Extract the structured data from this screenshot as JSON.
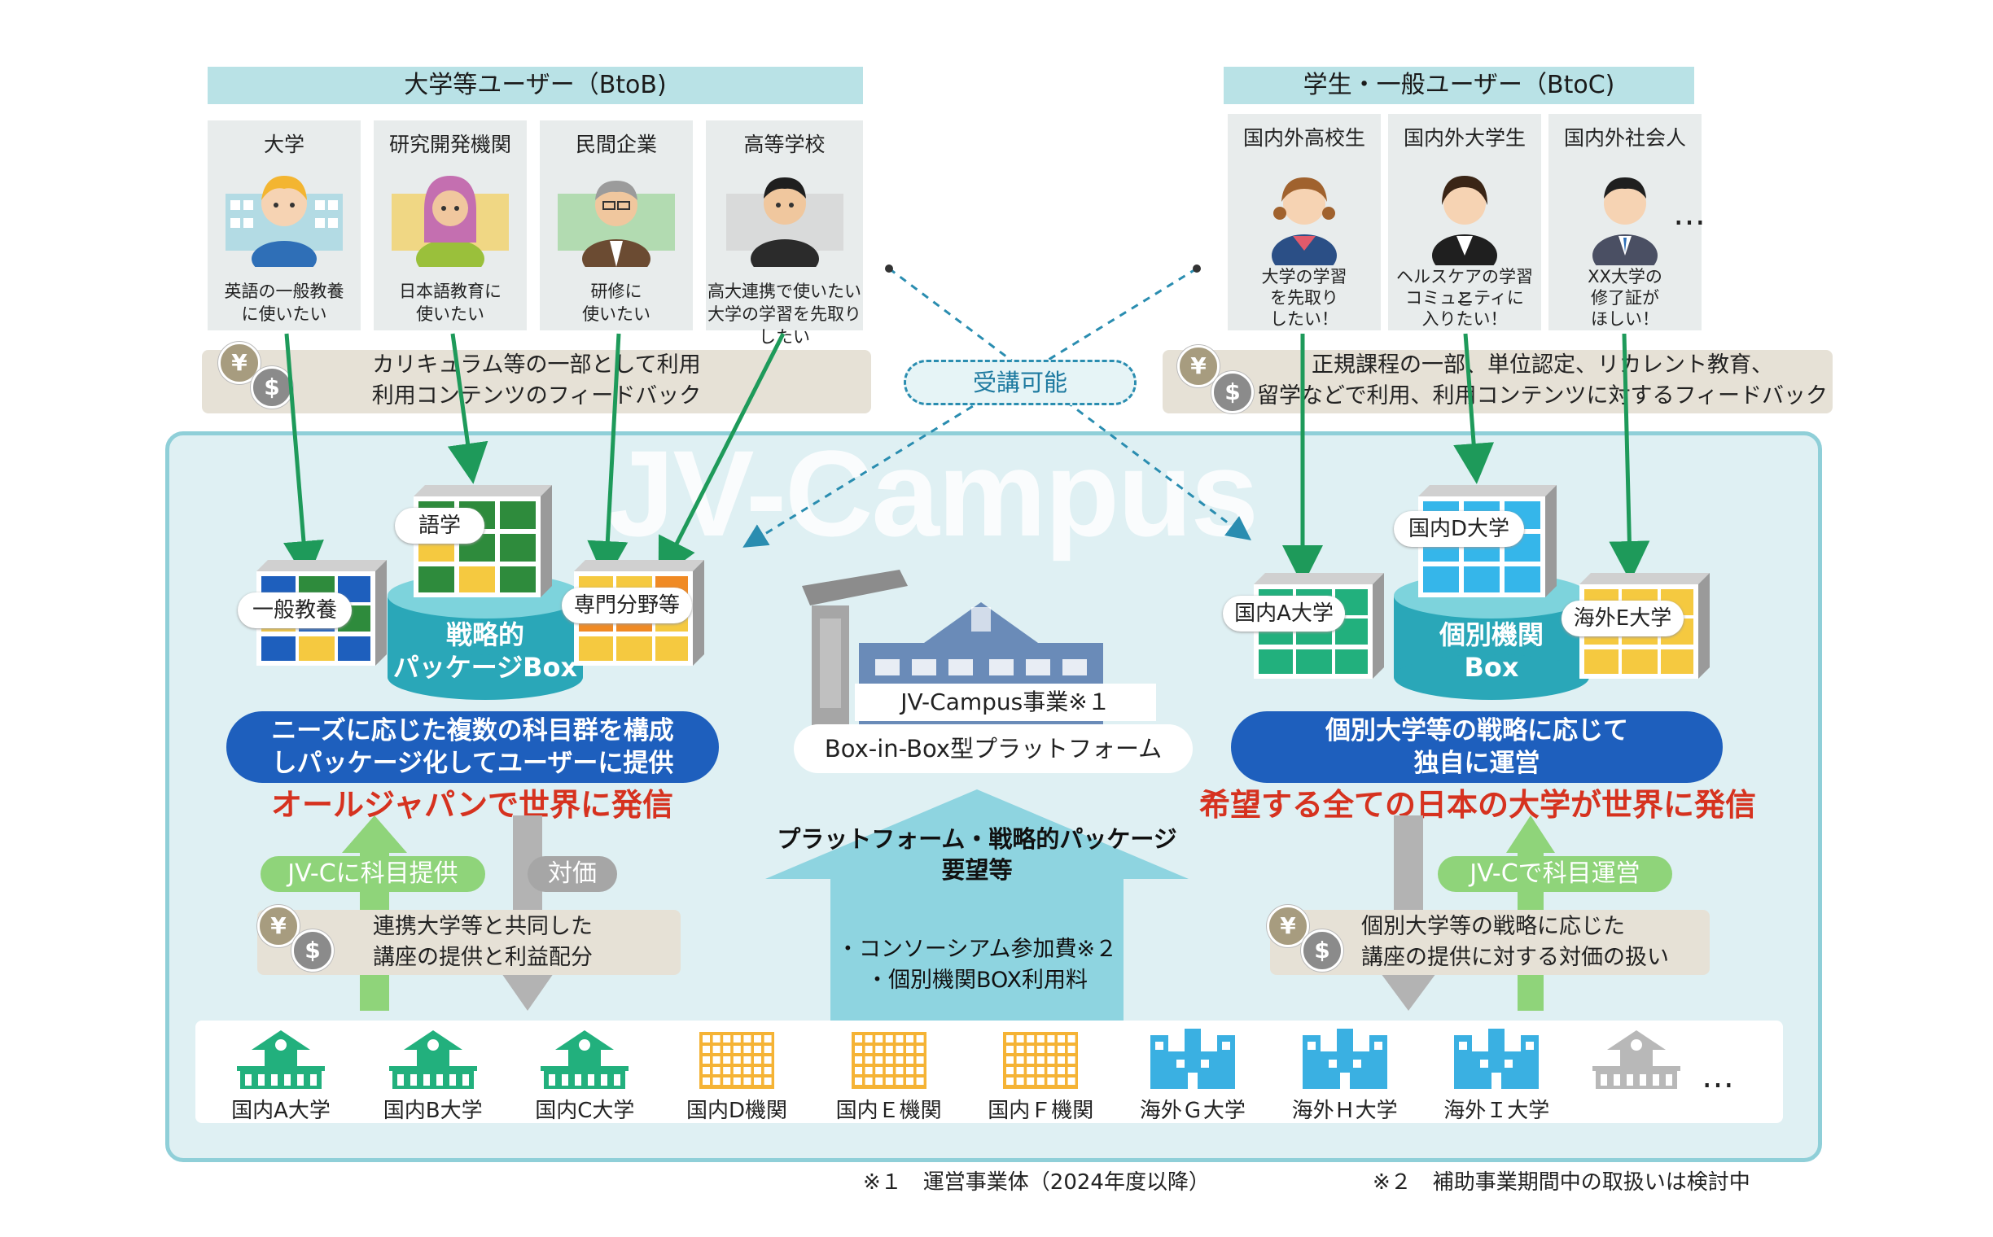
{
  "btob": {
    "header": "大学等ユーザー（BtoB)",
    "users": [
      {
        "title": "大学",
        "text": [
          "英語の一般教養",
          "に使いたい"
        ],
        "color": "#f3b531"
      },
      {
        "title": "研究開発機関",
        "text": [
          "日本語教育に",
          "使いたい"
        ],
        "color": "#c46fb0"
      },
      {
        "title": "民間企業",
        "text": [
          "研修に",
          "使いたい"
        ],
        "color": "#8c8c8c"
      },
      {
        "title": "高等学校",
        "text": [
          "高大連携で使いたい",
          "大学の学習を先取りしたい"
        ],
        "color": "#333333"
      }
    ],
    "band": [
      "カリキュラム等の一部として利用",
      "利用コンテンツのフィードバック"
    ]
  },
  "btoc": {
    "header": "学生・一般ユーザー（BtoC)",
    "users": [
      {
        "title": "国内外高校生",
        "text": [
          "大学の学習",
          "を先取り",
          "したい！"
        ]
      },
      {
        "title": "国内外大学生",
        "text": [
          "ヘルスケアの学習と",
          "コミュニティに",
          "入りたい！"
        ]
      },
      {
        "title": "国内外社会人",
        "text": [
          "XX大学の",
          "修了証が",
          "ほしい！"
        ]
      }
    ],
    "ellipsis": "…",
    "band": [
      "正規課程の一部、単位認定、リカレント教育、",
      "留学などで利用、利用コンテンツに対するフィードバック"
    ]
  },
  "cross_label": "受講可能",
  "watermark": "JV-Campus",
  "left": {
    "boxes": {
      "general": "一般教養",
      "language": "語学",
      "special": "専門分野等"
    },
    "cylinder": [
      "戦略的",
      "パッケージBox"
    ],
    "blue_pill": [
      "ニーズに応じた複数の科目群を構成",
      "しパッケージ化してユーザーに提供"
    ],
    "red": {
      "accent": "オールジャパン",
      "rest": "で世界に発信"
    },
    "green_pill": "JV-Cに科目提供",
    "gray_pill": "対価",
    "band": [
      "連携大学等と共同した",
      "講座の提供と利益配分"
    ]
  },
  "center": {
    "sign": "JV-Campus事業※１",
    "platform": "Box-in-Box型プラットフォーム",
    "arrow_up": [
      "プラットフォーム・戦略的パッケージ",
      "要望等"
    ],
    "arrow_low": [
      "・コンソーシアム参加費※２",
      "・個別機関BOX利用料"
    ]
  },
  "right": {
    "boxes": {
      "a": "国内A大学",
      "d": "国内D大学",
      "e": "海外E大学"
    },
    "cylinder": [
      "個別機関",
      "Box"
    ],
    "blue_pill": [
      "個別大学等の戦略に応じて",
      "独自に運営"
    ],
    "red": "希望する全ての日本の大学が世界に発信",
    "green_pill": "JV-Cで科目運営",
    "band": [
      "個別大学等の戦略に応じた",
      "講座の提供に対する対価の扱い"
    ]
  },
  "institutions": [
    {
      "label": "国内A大学",
      "kind": "school",
      "color": "#22b07d"
    },
    {
      "label": "国内B大学",
      "kind": "school",
      "color": "#22b07d"
    },
    {
      "label": "国内C大学",
      "kind": "school",
      "color": "#22b07d"
    },
    {
      "label": "国内D機関",
      "kind": "office",
      "color": "#f5b335"
    },
    {
      "label": "国内Ｅ機関",
      "kind": "office",
      "color": "#f5b335"
    },
    {
      "label": "国内Ｆ機関",
      "kind": "office",
      "color": "#f5b335"
    },
    {
      "label": "海外Ｇ大学",
      "kind": "castle",
      "color": "#3ab0e2"
    },
    {
      "label": "海外Ｈ大学",
      "kind": "castle",
      "color": "#3ab0e2"
    },
    {
      "label": "海外Ｉ大学",
      "kind": "castle",
      "color": "#3ab0e2"
    },
    {
      "label": "",
      "kind": "school",
      "color": "#b8b8b8"
    }
  ],
  "institutions_ellipsis": "…",
  "notes": [
    "※１　運営事業体（2024年度以降）",
    "※２　補助事業期間中の取扱いは検討中"
  ],
  "colors": {
    "teal_border": "#8fcfd8",
    "blue": "#1e5fbd",
    "red": "#d6321f",
    "green": "#8fd47a",
    "arrow_green": "#1e9a5a"
  }
}
